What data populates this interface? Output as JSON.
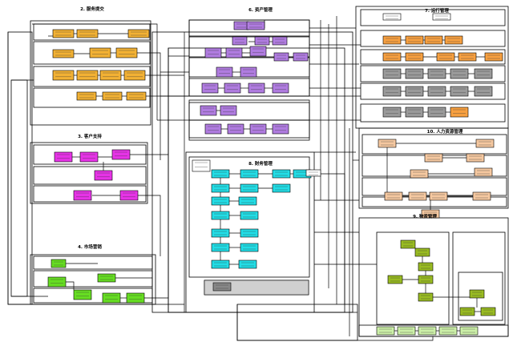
{
  "sections": {
    "service": "2. 服务提交",
    "customer": "3. 客户支持",
    "marketing": "4. 市场营销",
    "assets": "6. 资产管理",
    "finance": "8. 财务管理",
    "operations": "7. 运行管理",
    "hr": "10. 人力资源管理",
    "purchasing": "9. 物资管理"
  },
  "colors": {
    "yellow": "#f2b134",
    "purple": "#b07ce0",
    "magenta": "#e633e6",
    "green": "#66dd22",
    "cyan": "#22dde6",
    "orange": "#f7a040",
    "gray": "#9a9a9a",
    "peach": "#f5c8a0",
    "olive": "#99bb22",
    "light_green": "#ccf0a8",
    "outline": "#000000"
  }
}
